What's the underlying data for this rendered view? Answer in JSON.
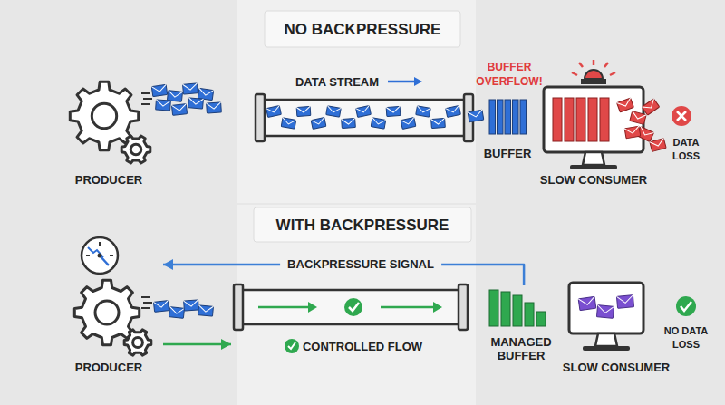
{
  "diagram": {
    "nodes": [
      {
        "text": [
          "NO BACKPRESSURE"
        ]
      },
      {
        "text": [
          "PRODUCER"
        ],
        "in": 0
      },
      {
        "text": [
          "DATA STREAM"
        ],
        "in": 0
      },
      {
        "text": [
          "BUFFER"
        ],
        "in": 0
      },
      {
        "text": [
          "SLOW CONSUMER"
        ],
        "in": 0
      },
      {
        "text": [
          "WITH BACKPRESSURE"
        ]
      },
      {
        "text": [
          "PRODUCER"
        ],
        "in": 5
      },
      {
        "text": [
          "CONTROLLED FLOW"
        ],
        "in": 5
      },
      {
        "text": [
          "MANAGED BUFFER"
        ],
        "in": 5
      },
      {
        "text": [
          "SLOW CONSUMER"
        ],
        "in": 5
      }
    ],
    "edges": [
      {
        "from": 8,
        "to": 6,
        "arrow": "to",
        "label": "BACKPRESSURE SIGNAL"
      },
      {
        "from": 6,
        "to": 7,
        "arrow": "to"
      }
    ],
    "labels": [
      "BUFFER OVERFLOW!",
      "DATA LOSS",
      "NO DATA LOSS"
    ]
  }
}
